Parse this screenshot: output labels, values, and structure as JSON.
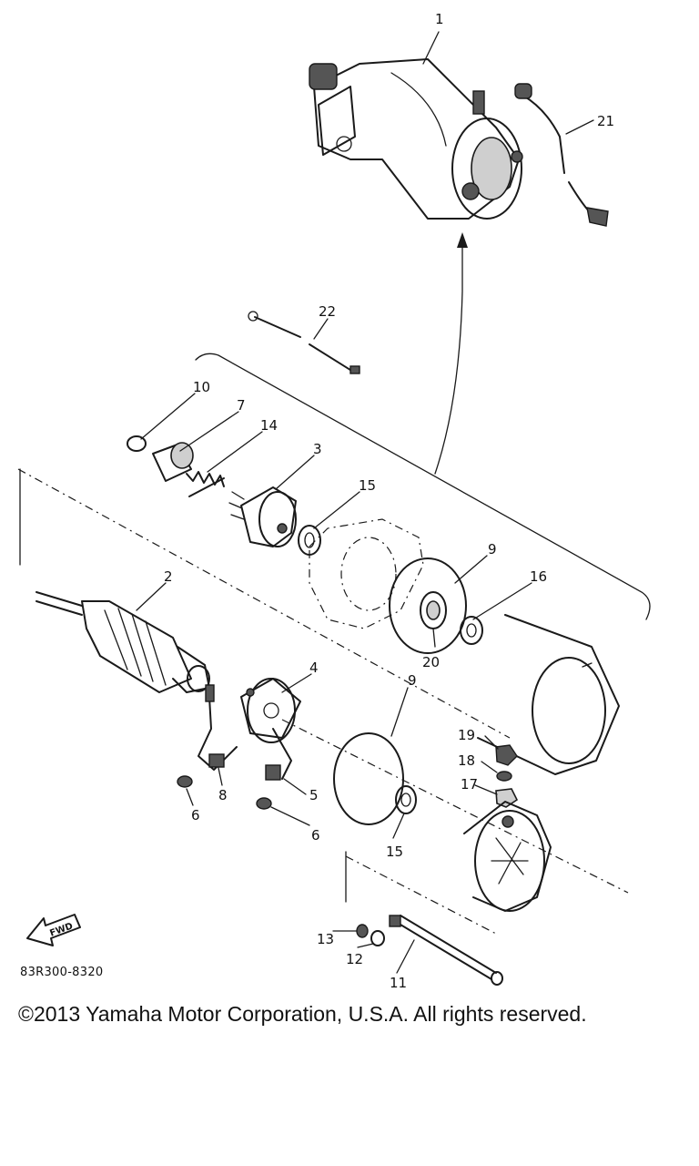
{
  "diagram": {
    "callouts": [
      {
        "id": "c1",
        "text": "1"
      },
      {
        "id": "c21",
        "text": "21"
      },
      {
        "id": "c22",
        "text": "22"
      },
      {
        "id": "c10",
        "text": "10"
      },
      {
        "id": "c7",
        "text": "7"
      },
      {
        "id": "c14",
        "text": "14"
      },
      {
        "id": "c3",
        "text": "3"
      },
      {
        "id": "c15a",
        "text": "15"
      },
      {
        "id": "c9a",
        "text": "9"
      },
      {
        "id": "c16",
        "text": "16"
      },
      {
        "id": "c2",
        "text": "2"
      },
      {
        "id": "c20",
        "text": "20"
      },
      {
        "id": "c4",
        "text": "4"
      },
      {
        "id": "c9b",
        "text": "9"
      },
      {
        "id": "c19",
        "text": "19"
      },
      {
        "id": "c18",
        "text": "18"
      },
      {
        "id": "c17",
        "text": "17"
      },
      {
        "id": "c8",
        "text": "8"
      },
      {
        "id": "c5",
        "text": "5"
      },
      {
        "id": "c6a",
        "text": "6"
      },
      {
        "id": "c6b",
        "text": "6"
      },
      {
        "id": "c15b",
        "text": "15"
      },
      {
        "id": "c13",
        "text": "13"
      },
      {
        "id": "c12",
        "text": "12"
      },
      {
        "id": "c11",
        "text": "11"
      }
    ],
    "fwd_label": "FWD",
    "diagram_code": "83R300-8320"
  },
  "footer": {
    "copyright": "©2013 Yamaha Motor Corporation, U.S.A. All rights reserved."
  }
}
